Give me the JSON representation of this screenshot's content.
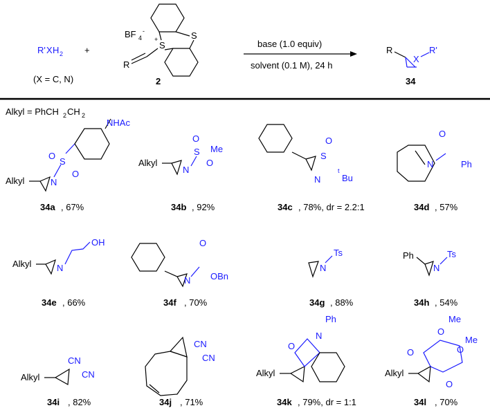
{
  "header": {
    "reagent_r": "R'",
    "reagent_x": "X",
    "reagent_h": "H",
    "reagent_2": "2",
    "plus": "+",
    "x_def": "(X = C, N)",
    "bf4": "BF",
    "bf4_sub": "4",
    "bf4_sup": "-",
    "s_plus": "+",
    "s_atom": "S",
    "s_top": "S",
    "r_vinyl": "R",
    "compound_2": "2",
    "cond_top": "base (1.0 equiv)",
    "cond_bottom": "solvent (0.1 M), 24 h",
    "prod_r": "R",
    "prod_x": "X",
    "prod_rp": "R'",
    "compound_34": "34"
  },
  "alkyl_def": {
    "text": "Alkyl = PhCH",
    "sub1": "2",
    "mid": "CH",
    "sub2": "2"
  },
  "atoms": {
    "alkyl": "Alkyl",
    "n": "N",
    "s": "S",
    "o": "O",
    "me": "Me",
    "nhac": "NHAc",
    "tbu_t": "t",
    "tbu": "Bu",
    "ph": "Ph",
    "oh": "OH",
    "obn": "OBn",
    "ts": "Ts",
    "cn": "CN"
  },
  "compounds": [
    {
      "id": "34a",
      "yield": ", 67%"
    },
    {
      "id": "34b",
      "yield": ", 92%"
    },
    {
      "id": "34c",
      "yield": ", 78%, dr = 2.2:1"
    },
    {
      "id": "34d",
      "yield": ", 57%"
    },
    {
      "id": "34e",
      "yield": ", 66%"
    },
    {
      "id": "34f",
      "yield": ", 70%"
    },
    {
      "id": "34g",
      "yield": ", 88%"
    },
    {
      "id": "34h",
      "yield": ", 54%"
    },
    {
      "id": "34i",
      "yield": ", 82%"
    },
    {
      "id": "34j",
      "yield": ", 71%"
    },
    {
      "id": "34k",
      "yield": ", 79%, dr = 1:1"
    },
    {
      "id": "34l",
      "yield": ", 70%"
    }
  ]
}
